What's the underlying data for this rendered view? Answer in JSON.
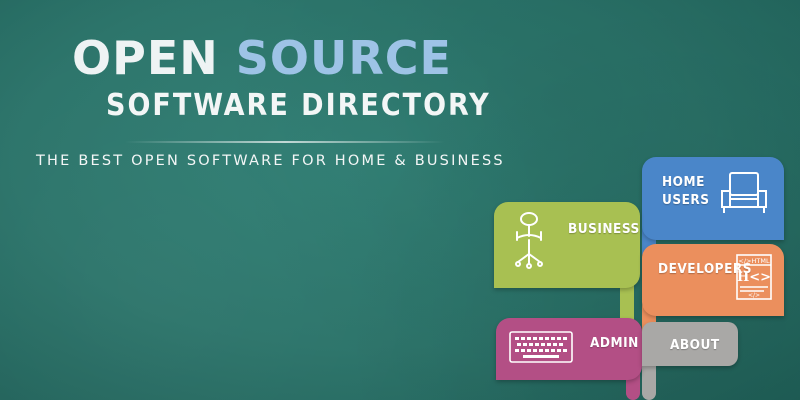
{
  "header": {
    "title_part1": "OPEN",
    "title_part2": "SOURCE",
    "subtitle": "SOFTWARE DIRECTORY",
    "tagline": "THE BEST OPEN SOFTWARE FOR HOME & BUSINESS"
  },
  "menu": {
    "home_users": {
      "line1": "HOME",
      "line2": "USERS",
      "icon": "armchair-icon",
      "color": "#4a86c9"
    },
    "business": {
      "label": "BUSINESS",
      "icon": "office-chair-icon",
      "color": "#a8c052"
    },
    "developers": {
      "label": "DEVELOPERS",
      "icon": "html-code-icon",
      "color": "#eb8f5d",
      "icon_text_top": "</>HTML",
      "icon_text_main": "H<>",
      "icon_text_bottom": "</>"
    },
    "admin": {
      "label": "ADMIN",
      "icon": "keyboard-icon",
      "color": "#b34f85"
    },
    "about": {
      "label": "ABOUT",
      "color": "#a9a8a6"
    }
  }
}
